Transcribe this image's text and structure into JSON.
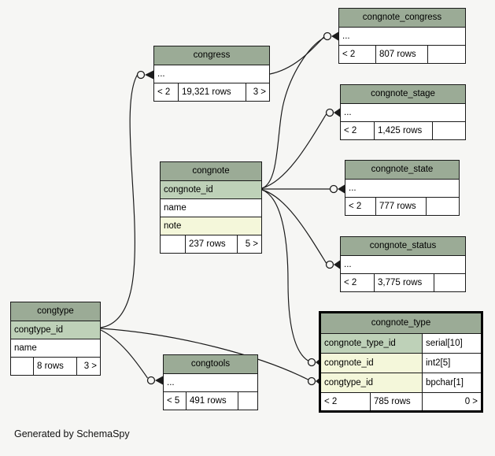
{
  "page": {
    "footer_note": "Generated by SchemaSpy"
  },
  "colors": {
    "background": "#f6f6f4",
    "table_header": "#9bab96",
    "primary_key_row": "#bed1b8",
    "indexed_row": "#f4f7da",
    "edge": "#1c1c1c"
  },
  "tables": {
    "congress": {
      "title": "congress",
      "rows": [
        {
          "name": "..."
        }
      ],
      "footer": {
        "prev": "< 2",
        "count": "19,321 rows",
        "next": "3 >"
      }
    },
    "congnote_congress": {
      "title": "congnote_congress",
      "rows": [
        {
          "name": "..."
        }
      ],
      "footer": {
        "prev": "< 2",
        "count": "807 rows",
        "next": ""
      }
    },
    "congnote_stage": {
      "title": "congnote_stage",
      "rows": [
        {
          "name": "..."
        }
      ],
      "footer": {
        "prev": "< 2",
        "count": "1,425 rows",
        "next": ""
      }
    },
    "congnote_state": {
      "title": "congnote_state",
      "rows": [
        {
          "name": "..."
        }
      ],
      "footer": {
        "prev": "< 2",
        "count": "777 rows",
        "next": ""
      }
    },
    "congnote_status": {
      "title": "congnote_status",
      "rows": [
        {
          "name": "..."
        }
      ],
      "footer": {
        "prev": "< 2",
        "count": "3,775 rows",
        "next": ""
      }
    },
    "congnote": {
      "title": "congnote",
      "rows": [
        {
          "name": "congnote_id"
        },
        {
          "name": "name"
        },
        {
          "name": "note"
        }
      ],
      "footer": {
        "prev": "",
        "count": "237 rows",
        "next": "5 >"
      }
    },
    "congtype": {
      "title": "congtype",
      "rows": [
        {
          "name": "congtype_id"
        },
        {
          "name": "name"
        }
      ],
      "footer": {
        "prev": "",
        "count": "8 rows",
        "next": "3 >"
      }
    },
    "congtools": {
      "title": "congtools",
      "rows": [
        {
          "name": "..."
        }
      ],
      "footer": {
        "prev": "< 5",
        "count": "491 rows",
        "next": ""
      }
    },
    "congnote_type": {
      "title": "congnote_type",
      "columns": [
        {
          "name": "congnote_type_id",
          "type": "serial[10]"
        },
        {
          "name": "congnote_id",
          "type": "int2[5]"
        },
        {
          "name": "congtype_id",
          "type": "bpchar[1]"
        }
      ],
      "footer": {
        "prev": "< 2",
        "count": "785 rows",
        "next": "0 >"
      }
    }
  },
  "relationships": [
    {
      "from": "congtype.congtype_id",
      "to": "congress"
    },
    {
      "from": "congress",
      "to": "congnote_congress"
    },
    {
      "from": "congnote.congnote_id",
      "to": "congnote_congress"
    },
    {
      "from": "congnote.congnote_id",
      "to": "congnote_stage"
    },
    {
      "from": "congnote.congnote_id",
      "to": "congnote_state"
    },
    {
      "from": "congnote.congnote_id",
      "to": "congnote_status"
    },
    {
      "from": "congnote.congnote_id",
      "to": "congnote_type.congnote_id"
    },
    {
      "from": "congtype.congtype_id",
      "to": "congnote_type.congtype_id"
    },
    {
      "from": "congtype.congtype_id",
      "to": "congtools"
    }
  ]
}
